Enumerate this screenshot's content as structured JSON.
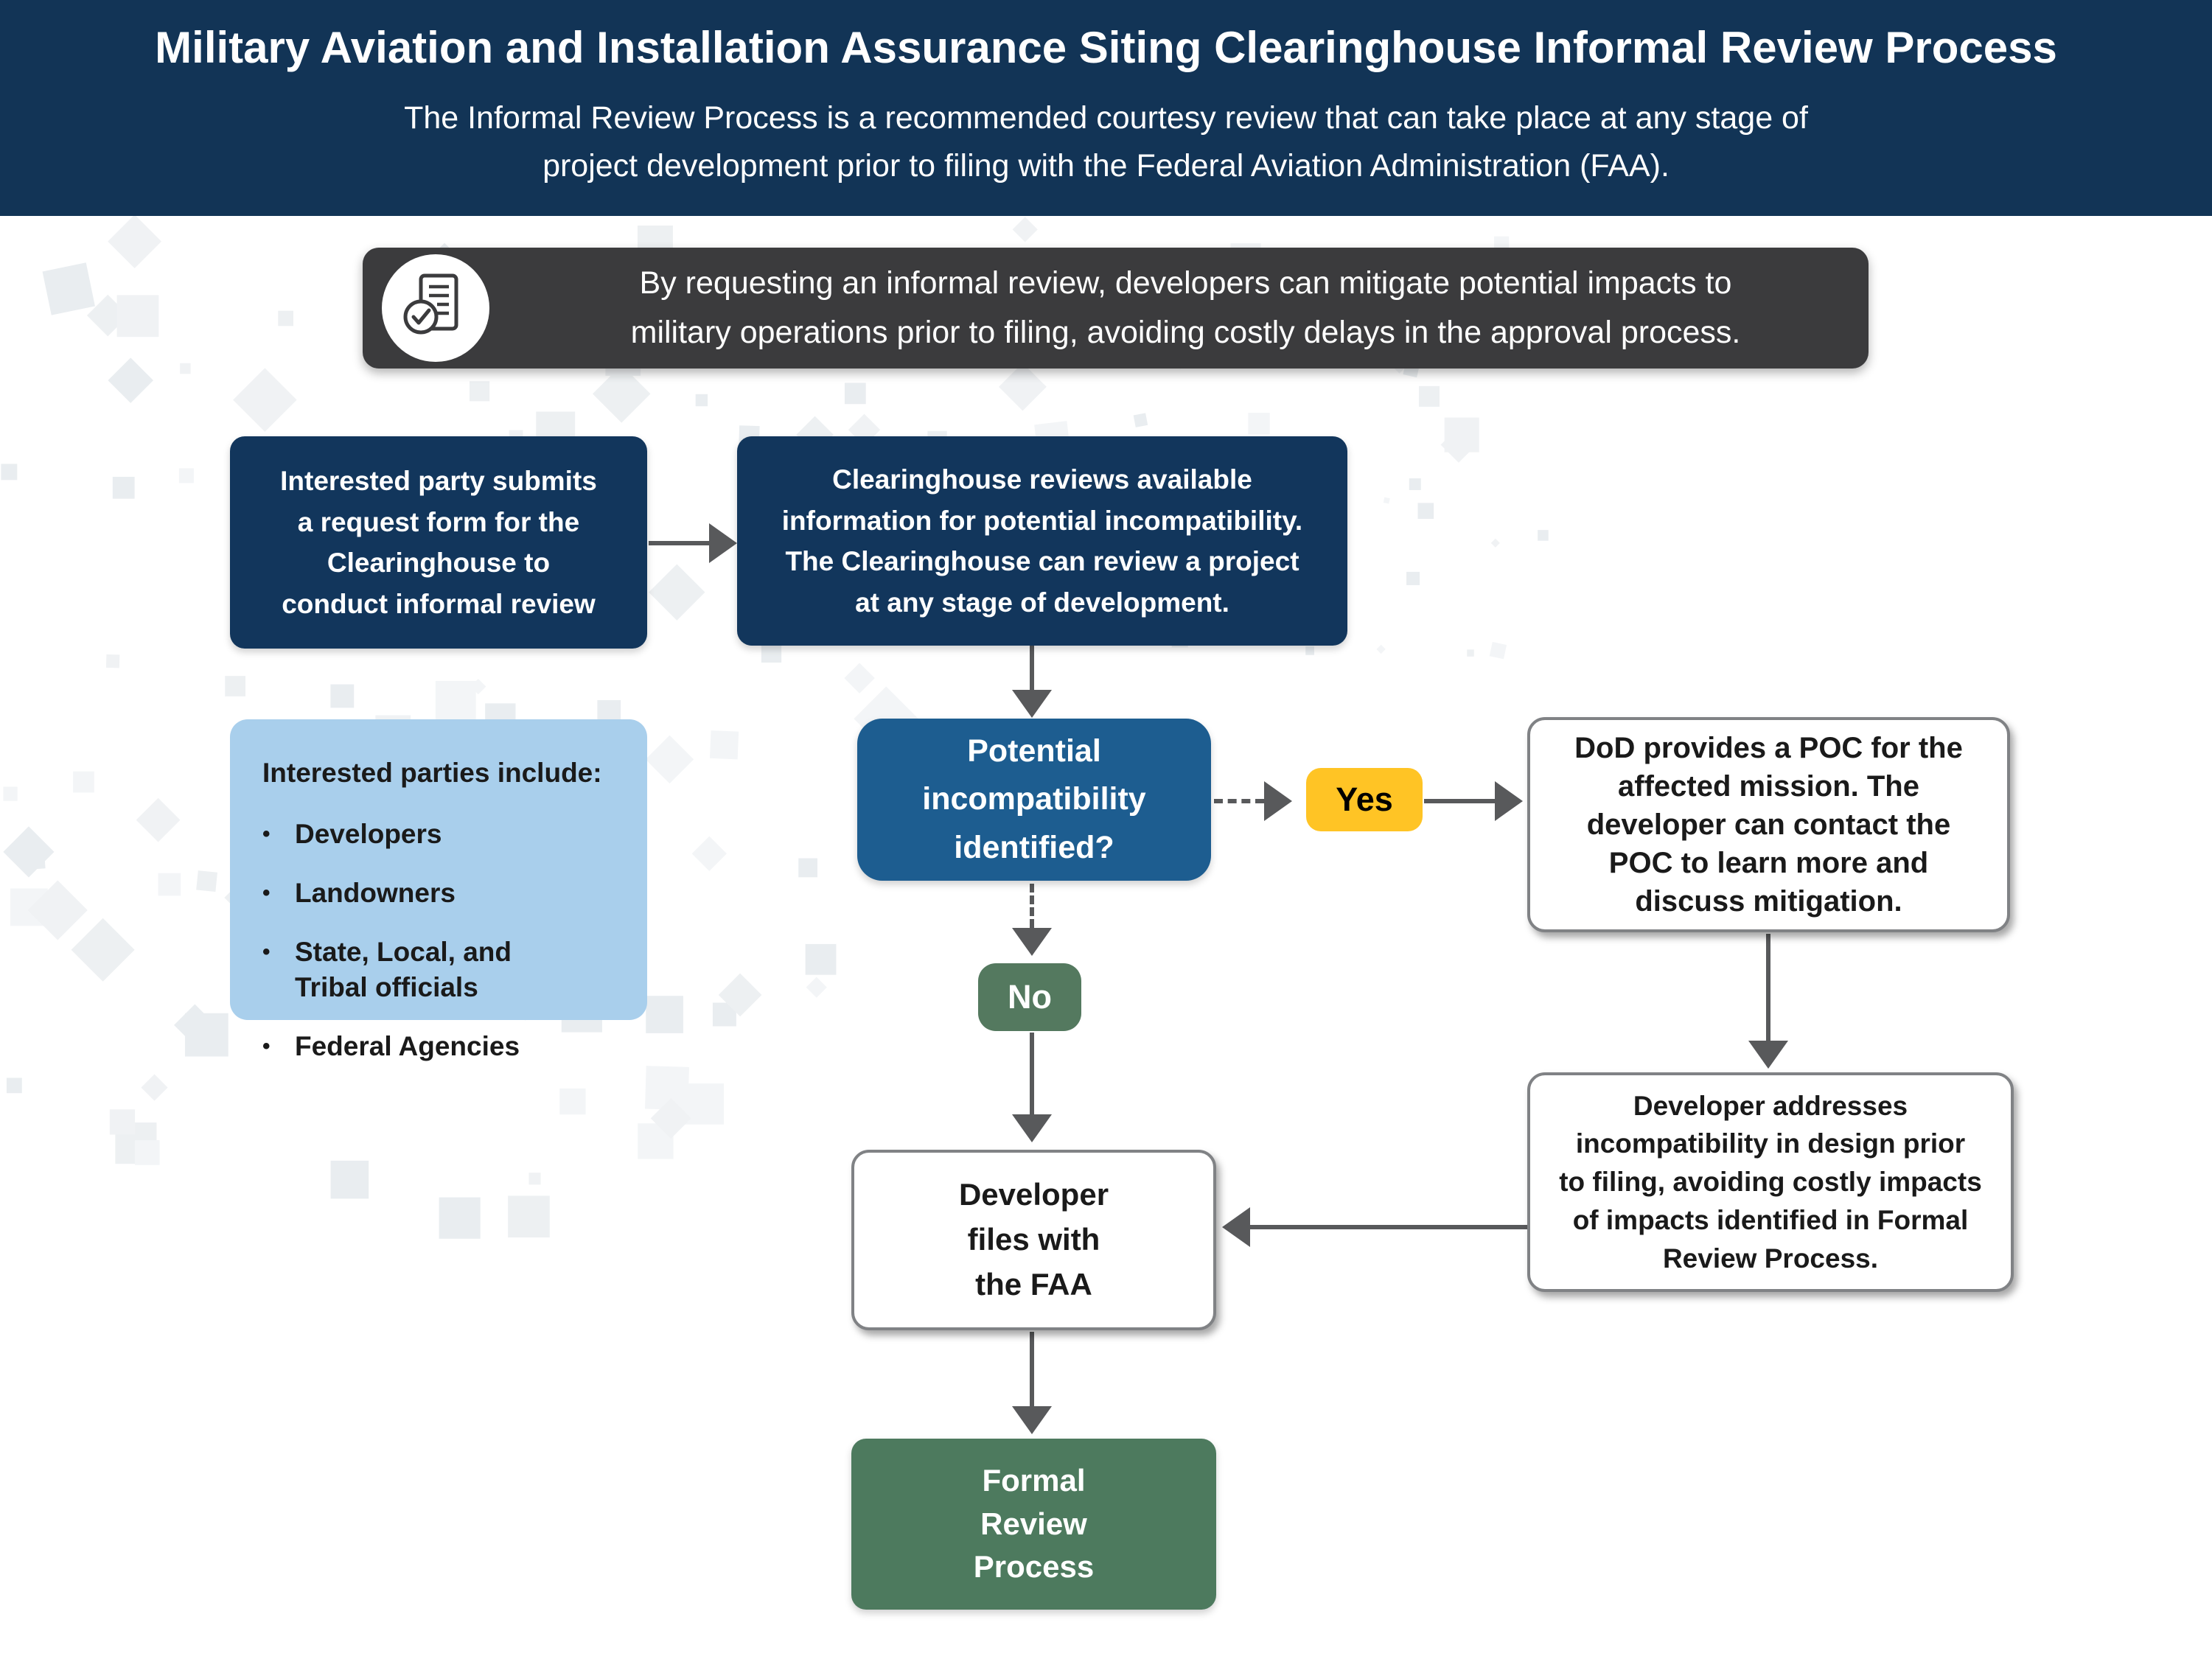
{
  "colors": {
    "header-bg": "#123456",
    "navy-box": "#12365c",
    "blue-box": "#1d5d90",
    "light-blue-box": "#a9cfec",
    "yellow": "#ffc425",
    "green-no": "#54795f",
    "green-formal": "#4d7a5e",
    "callout-bg": "#3b3b3d",
    "arrow": "#58595b",
    "white-box-border": "#808285",
    "text-dark": "#1a1a1a",
    "text-light": "#ffffff"
  },
  "header": {
    "title": "Military Aviation and Installation Assurance Siting Clearinghouse Informal Review Process",
    "subtitle": "The Informal Review Process is a recommended courtesy review that can take place at any stage of\nproject development prior to filing with the Federal Aviation Administration (FAA)."
  },
  "callout": {
    "icon": "document-check-icon",
    "text": "By requesting an informal review, developers can mitigate potential impacts to\nmilitary operations prior to filing, avoiding costly delays in the approval process."
  },
  "flow": {
    "submit_request": "Interested party submits\na request form for the\nClearinghouse to\nconduct informal review",
    "clearinghouse_review": "Clearinghouse reviews available\ninformation for potential incompatibility.\nThe Clearinghouse can review a project\nat any stage of development.",
    "interested_parties": {
      "heading": "Interested parties include:",
      "bullet": "•",
      "items": [
        "Developers",
        "Landowners",
        "State, Local, and\nTribal officials",
        "Federal Agencies"
      ]
    },
    "incompatibility_question": "Potential\nincompatibility\nidentified?",
    "yes_label": "Yes",
    "no_label": "No",
    "dod_poc": "DoD provides a POC for the\naffected mission. The\ndeveloper can contact the\nPOC to learn more and\ndiscuss mitigation.",
    "developer_addresses": "Developer addresses\nincompatibility in design prior\nto filing, avoiding costly impacts\nof impacts identified in Formal\nReview Process.",
    "developer_files": "Developer\nfiles with\nthe FAA",
    "formal_review": "Formal\nReview\nProcess"
  }
}
